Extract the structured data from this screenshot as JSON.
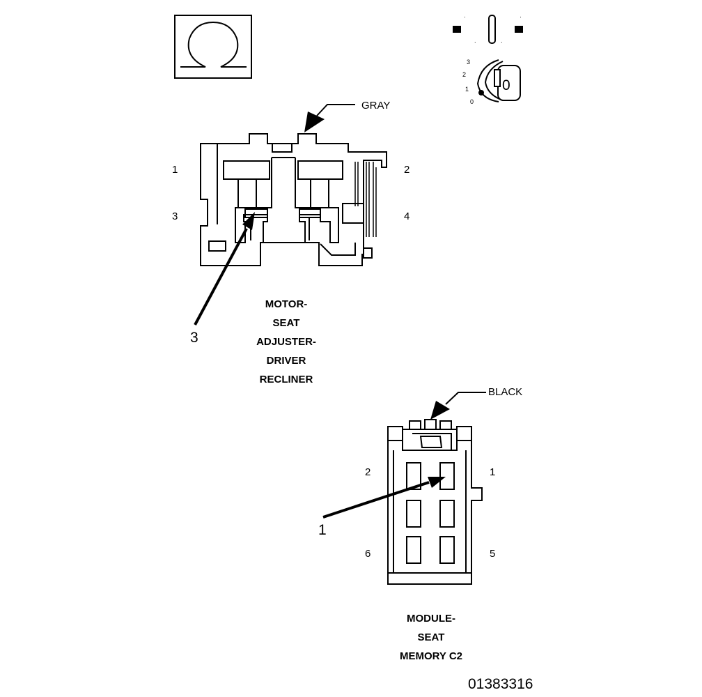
{
  "connector_top": {
    "color_label": "GRAY",
    "pin_labels": [
      "1",
      "2",
      "3",
      "4"
    ],
    "callout": "3",
    "caption": [
      "MOTOR-",
      "SEAT",
      "ADJUSTER-",
      "DRIVER",
      "RECLINER"
    ]
  },
  "connector_bottom": {
    "color_label": "BLACK",
    "pin_labels": [
      "2",
      "1",
      "6",
      "5"
    ],
    "callout": "1",
    "caption": [
      "MODULE-",
      "SEAT",
      "MEMORY C2"
    ]
  },
  "ignition_switch": {
    "positions": [
      "3",
      "2",
      "1",
      "0"
    ],
    "key_label": "0"
  },
  "figure_id": "01383316"
}
